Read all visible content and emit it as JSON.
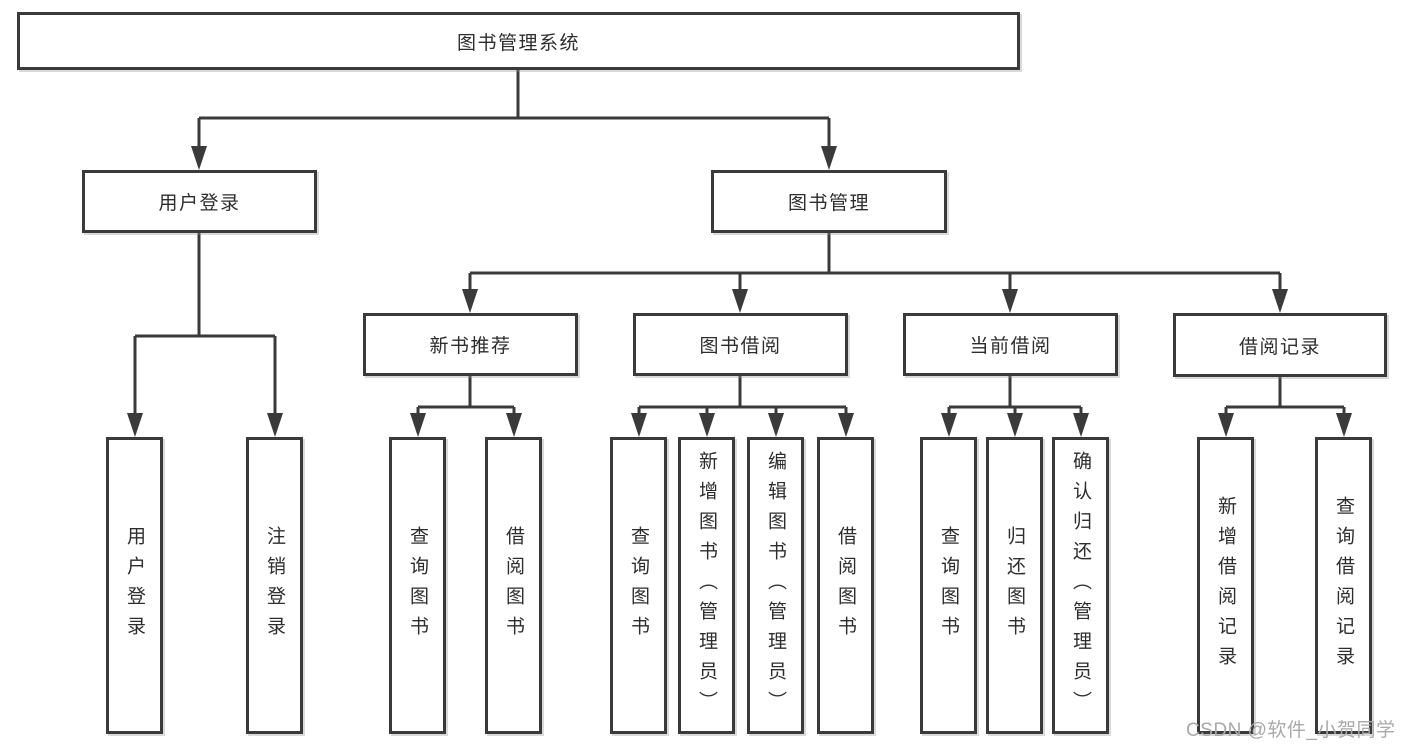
{
  "diagram_title": "图书管理系统",
  "watermark": "CSDN @软件_小贺同学",
  "colors": {
    "line": "#3a3a3a",
    "box_border": "#3a3a3a",
    "box_fill": "#ffffff",
    "text": "#2d2d2d",
    "watermark": "#a9a9a9"
  },
  "tree": {
    "root": {
      "label": "图书管理系统"
    },
    "children": [
      {
        "label": "用户登录",
        "children": [
          {
            "label": "用户登录"
          },
          {
            "label": "注销登录"
          }
        ]
      },
      {
        "label": "图书管理",
        "children": [
          {
            "label": "新书推荐",
            "children": [
              {
                "label": "查询图书"
              },
              {
                "label": "借阅图书"
              }
            ]
          },
          {
            "label": "图书借阅",
            "children": [
              {
                "label": "查询图书"
              },
              {
                "label": "新增图书（管理员）"
              },
              {
                "label": "编辑图书（管理员）"
              },
              {
                "label": "借阅图书"
              }
            ]
          },
          {
            "label": "当前借阅",
            "children": [
              {
                "label": "查询图书"
              },
              {
                "label": "归还图书"
              },
              {
                "label": "确认归还（管理员）"
              }
            ]
          },
          {
            "label": "借阅记录",
            "children": [
              {
                "label": "新增借阅记录"
              },
              {
                "label": "查询借阅记录"
              }
            ]
          }
        ]
      }
    ]
  }
}
